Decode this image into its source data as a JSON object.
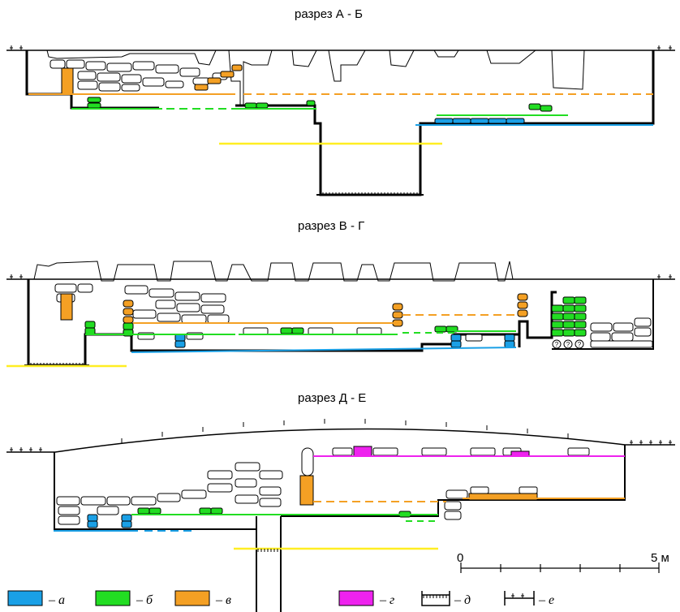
{
  "sections": [
    {
      "title": "разрез А - Б"
    },
    {
      "title": "разрез В - Г"
    },
    {
      "title": "разрез Д - Е"
    }
  ],
  "scale": {
    "start_label": "0",
    "end_label": "5 м"
  },
  "legend": [
    {
      "letter": "– а",
      "color": "#1aa0e6"
    },
    {
      "letter": "– б",
      "color": "#22dd22"
    },
    {
      "letter": "– в",
      "color": "#f4a024"
    },
    {
      "letter": "– г",
      "color": "#ee22ee"
    },
    {
      "letter": "– д",
      "color": "#000000"
    },
    {
      "letter": "– е",
      "color": "#000000"
    }
  ],
  "colors": {
    "blue": "#1aa0e6",
    "green": "#22dd22",
    "orange": "#f4a024",
    "magenta": "#ee22ee",
    "yellow": "#ffee22"
  }
}
